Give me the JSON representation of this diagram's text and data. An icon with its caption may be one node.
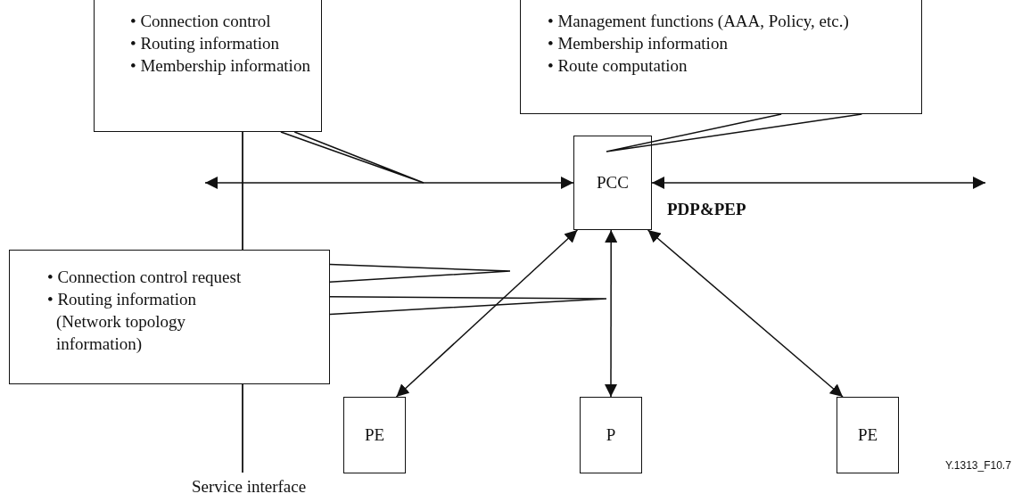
{
  "diagram": {
    "nodes": [
      {
        "text": [
          "• Connection control",
          "• Routing information",
          "• Membership information"
        ]
      },
      {
        "text": [
          "• Management functions (AAA, Policy, etc.)",
          "• Membership information",
          "• Route computation"
        ]
      },
      {
        "text": [
          "PCC"
        ],
        "beside": [
          "PDP&PEP"
        ]
      },
      {
        "text": [
          "• Connection control request",
          "• Routing information (Network topology information)"
        ]
      },
      {
        "text": [
          "PE"
        ]
      },
      {
        "text": [
          "P"
        ]
      },
      {
        "text": [
          "PE"
        ]
      }
    ],
    "edges": [
      {
        "from": null,
        "to": 2,
        "arrow": "both"
      },
      {
        "from": 2,
        "to": null,
        "arrow": "both"
      },
      {
        "from": 4,
        "to": 2,
        "arrow": "both"
      },
      {
        "from": 5,
        "to": 2,
        "arrow": "both"
      },
      {
        "from": 6,
        "to": 2,
        "arrow": "both"
      },
      {
        "from": 0,
        "to": null,
        "arrow": "none"
      },
      {
        "from": 1,
        "to": 2,
        "arrow": "none"
      },
      {
        "from": 3,
        "to": null,
        "arrow": "none"
      },
      {
        "from": 3,
        "to": null,
        "arrow": "none"
      }
    ],
    "labels": [
      "Service interface",
      "Y.1313_F10.7"
    ]
  }
}
